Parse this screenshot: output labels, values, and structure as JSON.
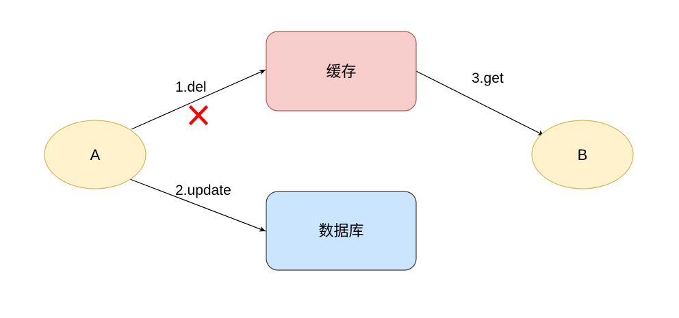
{
  "nodes": {
    "a": {
      "label": "A",
      "fill": "#fff2cc",
      "stroke": "#d6b656"
    },
    "cache": {
      "label": "缓存",
      "fill": "#f8cecc",
      "stroke": "#b85450"
    },
    "db": {
      "label": "数据库",
      "fill": "#cce5ff",
      "stroke": "#36393d"
    },
    "b": {
      "label": "B",
      "fill": "#fff2cc",
      "stroke": "#d6b656"
    }
  },
  "edges": {
    "del": {
      "label": "1.del",
      "failed": true
    },
    "update": {
      "label": "2.update"
    },
    "get": {
      "label": "3.get"
    }
  },
  "colors": {
    "edge": "#000000",
    "fail_mark": "#ff0000"
  },
  "icons": {
    "fail_mark": "cross-mark-icon"
  }
}
